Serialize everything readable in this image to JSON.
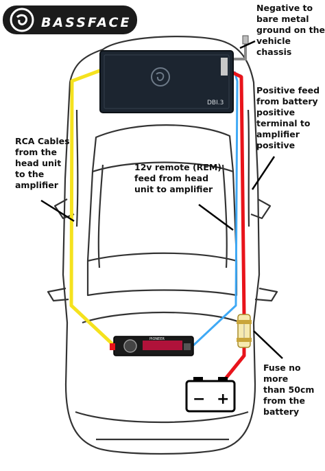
{
  "brand": {
    "logo_text": "BASSFACE",
    "logo_icon": "bassface-swirl-icon"
  },
  "amplifier": {
    "model": "DBI.3"
  },
  "head_unit": {
    "display_text": "PIONEER"
  },
  "labels": {
    "negative": "Negative to\nbare metal\nground on the\nvehicle chassis",
    "positive": "Positive feed\nfrom battery\npositive\nterminal to\namplifier\npositive",
    "rca": "RCA Cables\nfrom the\nhead unit\nto the\namplifier",
    "remote": "12v remote (REM)\nfeed from head\nunit to amplifier",
    "fuse": "Fuse no more\nthan 50cm\nfrom the\nbattery"
  },
  "battery": {
    "minus": "−",
    "plus": "+"
  },
  "colors": {
    "rca_cable": "#f5e21e",
    "remote_cable": "#3fa9f5",
    "power_cable": "#e8141b",
    "ground_cable": "#8a8a8a",
    "amplifier_body": "#1c2530",
    "car_outline": "#333333"
  },
  "icons": [
    "bassface-swirl-icon",
    "battery-icon",
    "fuse-icon",
    "amplifier-icon",
    "head-unit-icon",
    "car-outline-icon"
  ]
}
